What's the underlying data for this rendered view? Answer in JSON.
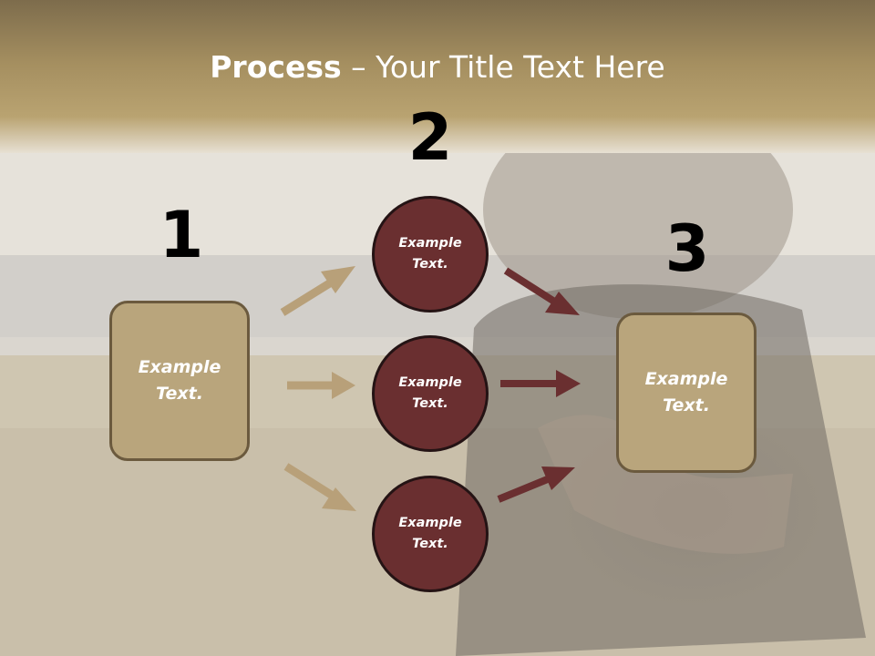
{
  "title": {
    "bold": "Process",
    "rest": " – Your Title Text Here"
  },
  "numbers": [
    "1",
    "2",
    "3"
  ],
  "step1": {
    "label": "Example\nText."
  },
  "circles": [
    {
      "label": "Example\nText."
    },
    {
      "label": "Example\nText."
    },
    {
      "label": "Example\nText."
    }
  ],
  "step3": {
    "label": "Example\nText."
  },
  "colors": {
    "title_band": "#9b8553",
    "box_fill": "#b9a57c",
    "circle_fill": "#6a2f30",
    "arrow_tan": "#b8a079",
    "arrow_maroon": "#6a2f30"
  }
}
